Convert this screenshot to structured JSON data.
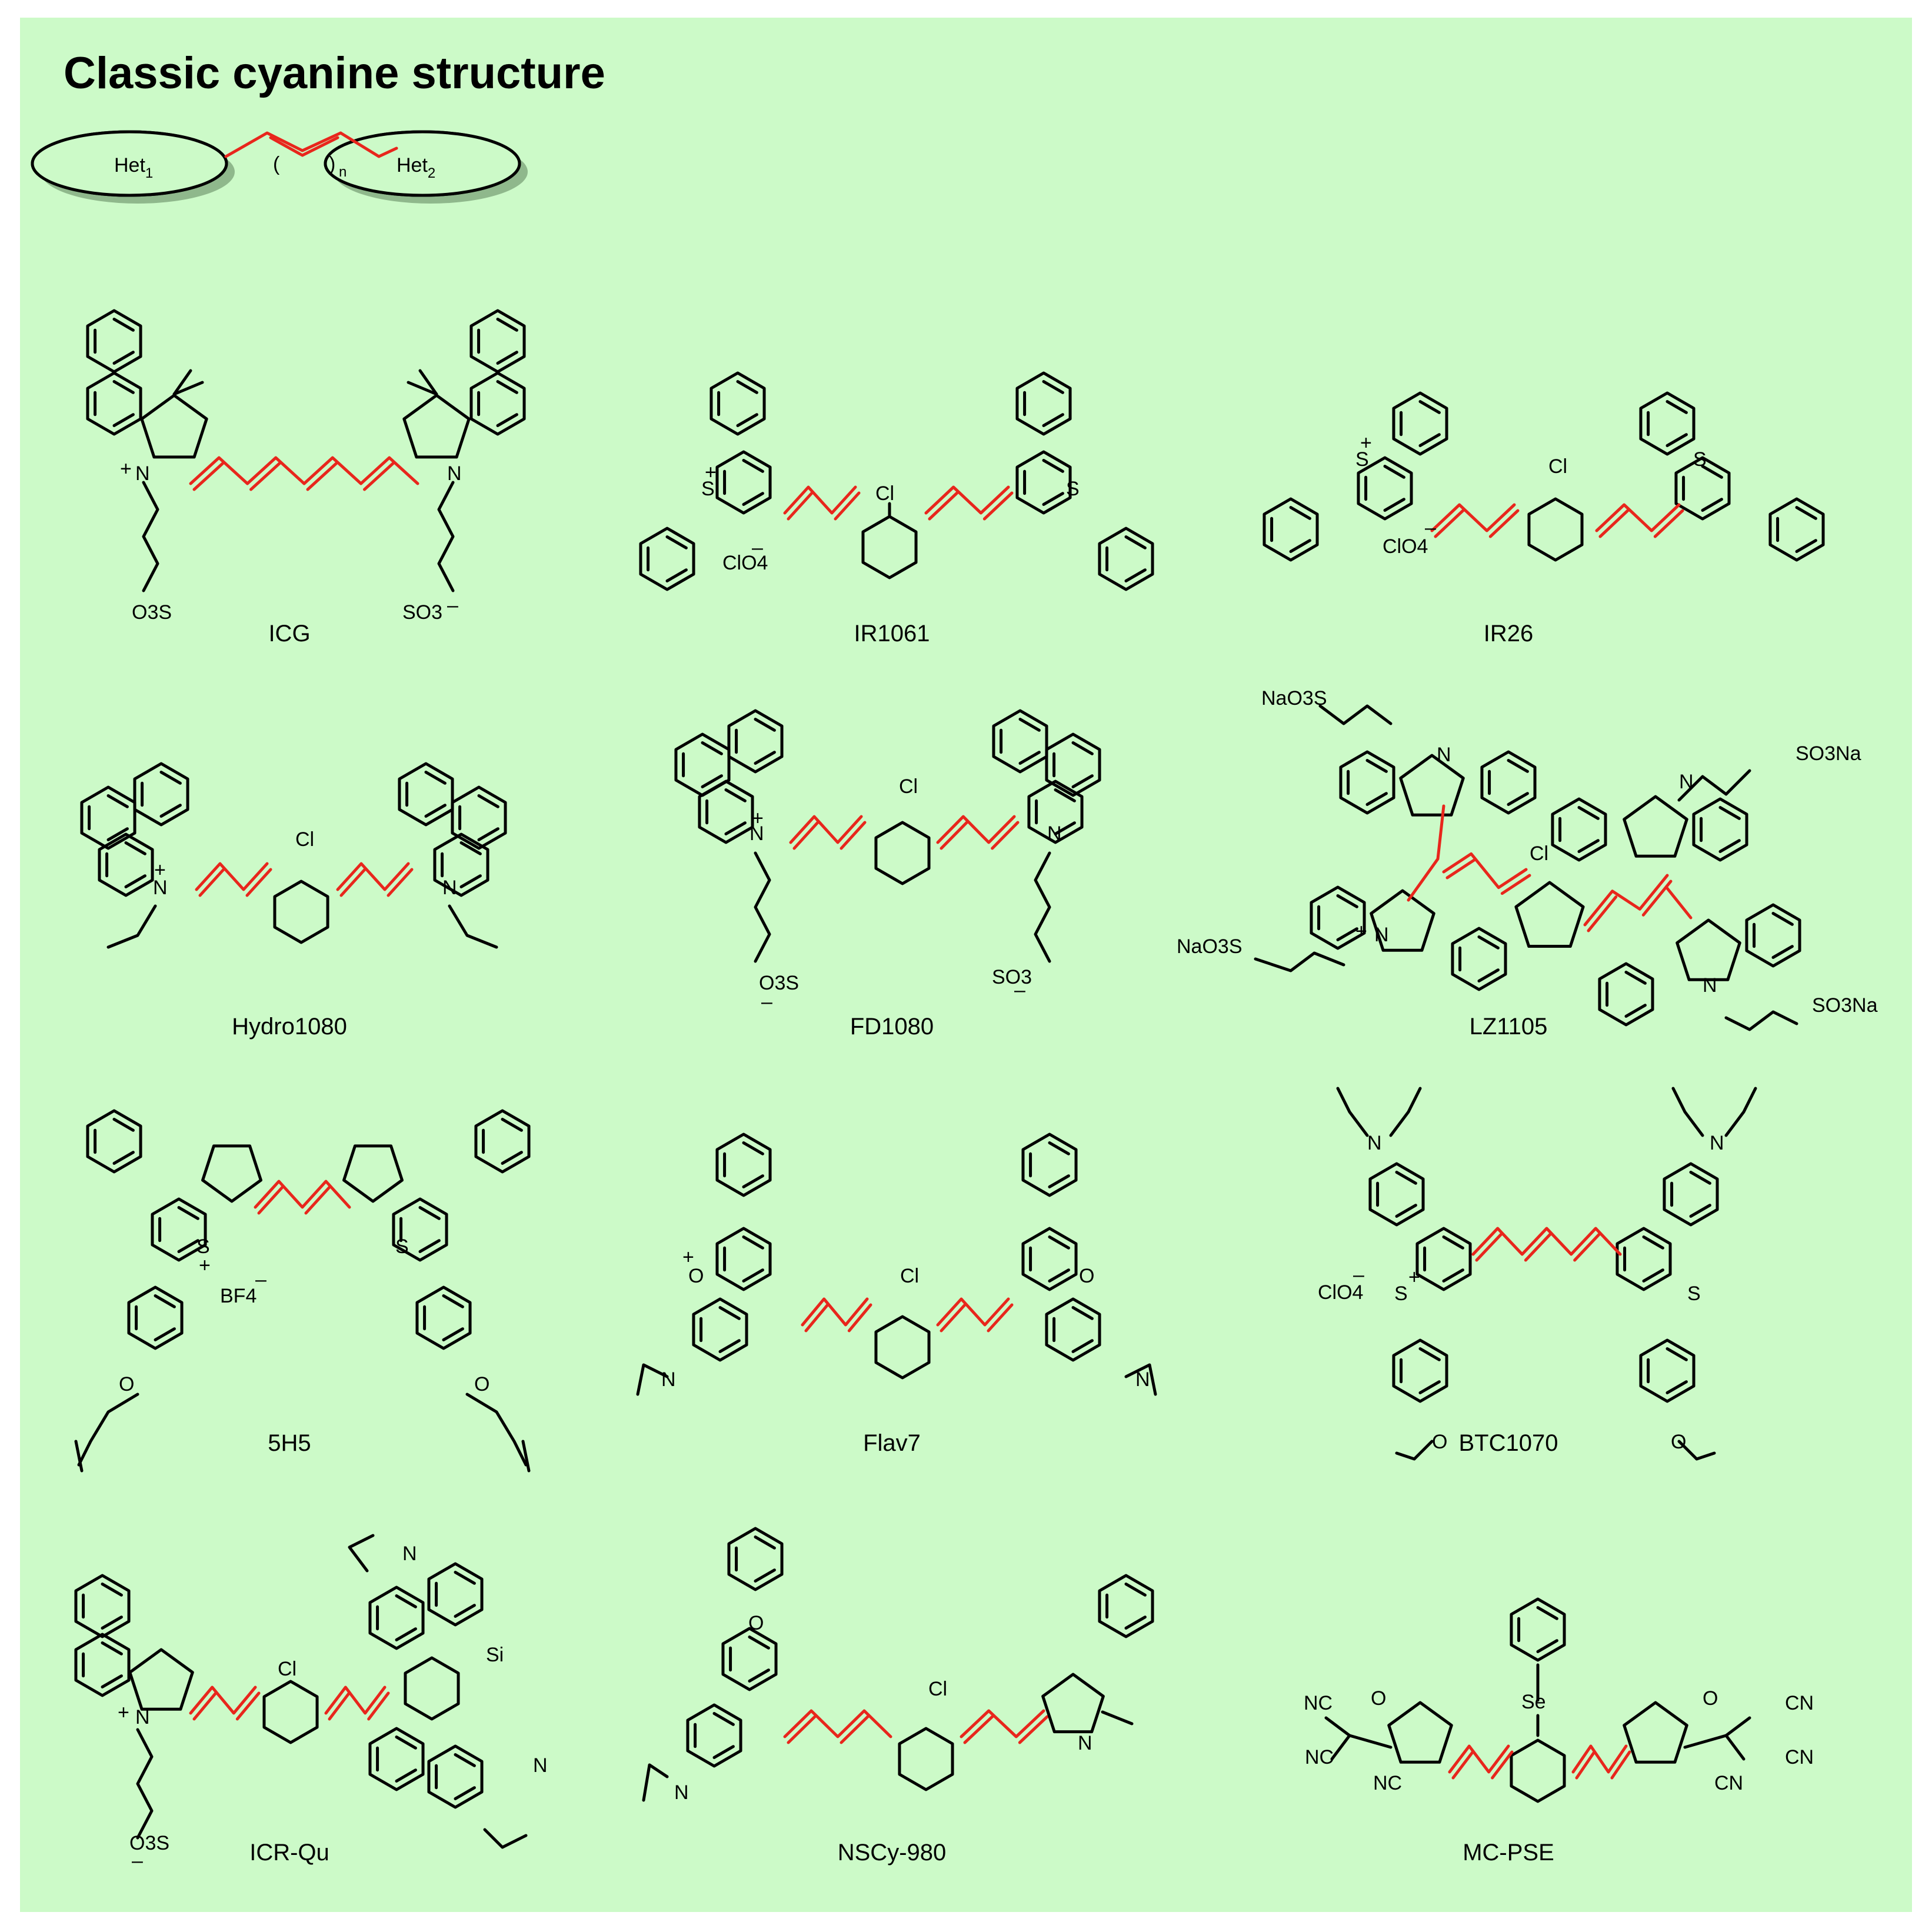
{
  "title": "Classic cyanine structure",
  "colors": {
    "background": "#ccfac8",
    "bonds": "#000000",
    "polymethine": "#e8261c"
  },
  "scheme": {
    "het1": "Het",
    "het1_sub": "1",
    "het2": "Het",
    "het2_sub": "2",
    "n": "n"
  },
  "compounds": [
    {
      "name": "ICG",
      "atoms": [
        "N",
        "+",
        "N",
        "O3S",
        "SO3",
        "–"
      ]
    },
    {
      "name": "IR1061",
      "atoms": [
        "S",
        "+",
        "S",
        "Cl",
        "ClO4",
        "–"
      ]
    },
    {
      "name": "IR26",
      "atoms": [
        "S",
        "+",
        "S",
        "Cl",
        "ClO4",
        "–"
      ]
    },
    {
      "name": "Hydro1080",
      "atoms": [
        "N",
        "+",
        "N",
        "Cl"
      ]
    },
    {
      "name": "FD1080",
      "atoms": [
        "N",
        "+",
        "N",
        "Cl",
        "O3S",
        "SO3",
        "–",
        "–"
      ]
    },
    {
      "name": "LZ1105",
      "atoms": [
        "NaO3S",
        "SO3Na",
        "NaO3S",
        "SO3Na",
        "N",
        "N",
        "N",
        "N",
        "+",
        "Cl"
      ]
    },
    {
      "name": "5H5",
      "atoms": [
        "S",
        "+",
        "S",
        "BF4",
        "–",
        "O",
        "O"
      ]
    },
    {
      "name": "Flav7",
      "atoms": [
        "O",
        "+",
        "O",
        "Cl",
        "N",
        "N"
      ]
    },
    {
      "name": "BTC1070",
      "atoms": [
        "N",
        "N",
        "S",
        "+",
        "S",
        "ClO4",
        "–",
        "O",
        "O"
      ]
    },
    {
      "name": "ICR-Qu",
      "atoms": [
        "N",
        "+",
        "Cl",
        "N",
        "N",
        "Si",
        "O3S",
        "–"
      ]
    },
    {
      "name": "NSCy-980",
      "atoms": [
        "O",
        "Cl",
        "N",
        "N"
      ]
    },
    {
      "name": "MC-PSE",
      "atoms": [
        "Se",
        "O",
        "O",
        "NC",
        "NC",
        "NC",
        "CN",
        "CN",
        "CN"
      ]
    }
  ]
}
